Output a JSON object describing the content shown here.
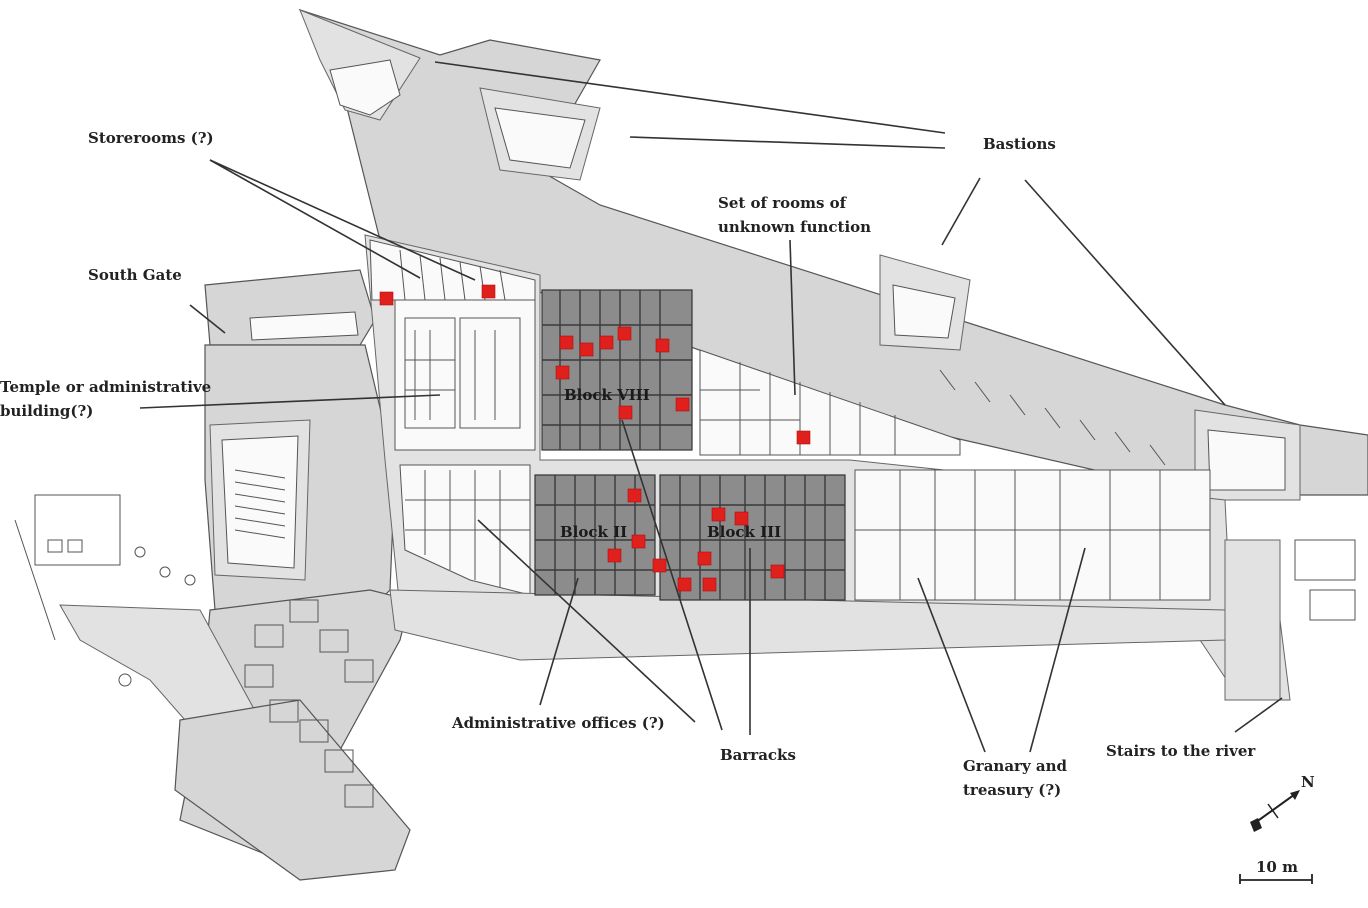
{
  "labels": {
    "storerooms": "Storerooms (?)",
    "bastions": "Bastions",
    "set_of_rooms_1": "Set of rooms of",
    "set_of_rooms_2": "unknown function",
    "south_gate": "South Gate",
    "temple_1": "Temple or administrative",
    "temple_2": "building(?)",
    "admin_offices": "Administrative offices (?)",
    "barracks": "Barracks",
    "granary_1": "Granary and",
    "granary_2": "treasury (?)",
    "stairs": "Stairs to the river",
    "north": "N",
    "scale": "10 m"
  },
  "blocks": {
    "block_viii": "Block VIII",
    "block_ii": "Block II",
    "block_iii": "Block III"
  },
  "colors": {
    "marker": "#e0201c",
    "block_fill": "#8c8c8c",
    "wall_fill": "#d6d6d6"
  },
  "icons": {
    "north_arrow": "north-arrow-icon",
    "scale_bar": "scale-bar-icon",
    "find_marker": "red-square-marker"
  }
}
